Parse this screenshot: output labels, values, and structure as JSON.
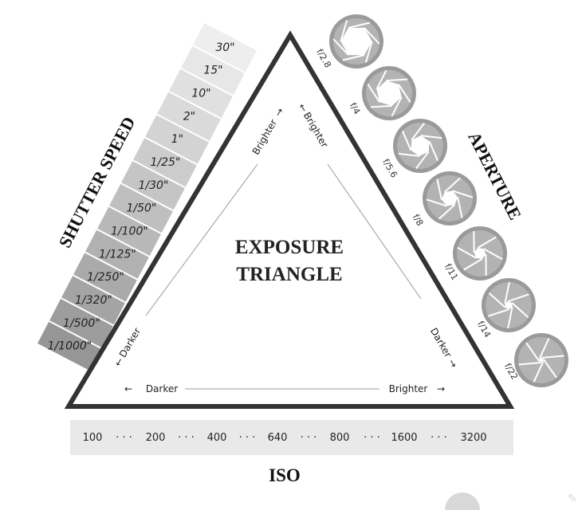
{
  "title_line1": "EXPOSURE",
  "title_line2": "TRIANGLE",
  "shutter": {
    "heading": "SHUTTER SPEED",
    "values": [
      "30\"",
      "15\"",
      "10\"",
      "2\"",
      "1\"",
      "1/25\"",
      "1/30\"",
      "1/50\"",
      "1/100\"",
      "1/125\"",
      "1/250\"",
      "1/320\"",
      "1/500\"",
      "1/1000\""
    ]
  },
  "aperture": {
    "heading": "APERTURE",
    "values": [
      "f/2.8",
      "f/4",
      "f/5.6",
      "f/8",
      "f/11",
      "f/14",
      "f/22"
    ]
  },
  "iso": {
    "heading": "ISO",
    "values": [
      "100",
      "200",
      "400",
      "640",
      "800",
      "1600",
      "3200"
    ],
    "separator": "· · ·"
  },
  "arrows": {
    "left_top": "Brighter",
    "left_bottom": "Darker",
    "right_top": "Brighter",
    "right_bottom": "Darker",
    "bottom_left": "Darker",
    "bottom_right": "Brighter"
  }
}
